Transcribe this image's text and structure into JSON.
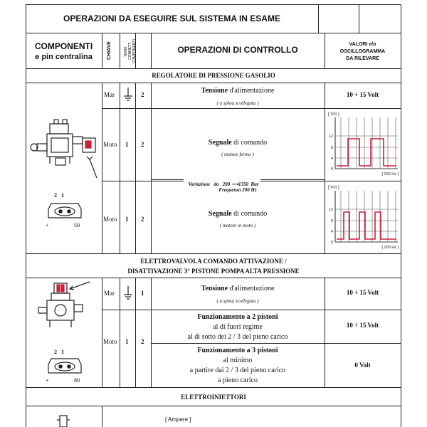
{
  "header": {
    "title": "OPERAZIONI DA ESEGUIRE SUL SISTEMA IN ESAME"
  },
  "columns": {
    "components_line1": "COMPONENTI",
    "components_line2": "e pin centralina",
    "key": "CHIAVE",
    "term_line1": "TERM.",
    "term_line2": "CONNETT.",
    "term_line3": "COMPONENTI",
    "operations": "OPERAZIONI DI CONTROLLO",
    "values_line1": "VALORI e/o",
    "values_line2": "OSCILLOGRAMMA",
    "values_line3": "DA RILEVARE"
  },
  "section1": {
    "title": "REGOLATORE DI PRESSIONE GASOLIO",
    "connector_pins": "2   1",
    "pin_plus": "+",
    "pin_num": "50",
    "row1": {
      "key": "Mar",
      "term": "2",
      "op_bold": "Tensione",
      "op_rest": " d'alimentazione",
      "op_note": "( a spina scollegata )",
      "value": "10 ÷ 15  Volt"
    },
    "row2": {
      "key": "Moto",
      "term1": "1",
      "term2": "2",
      "op_bold": "Segnale",
      "op_rest": " di comando",
      "op_note": "( motore fermo )",
      "variation_a": "Variazione   da",
      "variation_b": "200",
      "variation_c": "1350  Bar",
      "frequency": "Frequenza 200 Hz",
      "scope_unit": "[ Vm ]",
      "scope_hz": "[ 200 Hz ]",
      "scope_ticks": [
        "12",
        "8",
        "4",
        "0"
      ]
    },
    "row3": {
      "key": "Moto",
      "term1": "1",
      "term2": "2",
      "op_bold": "Segnale",
      "op_rest": " di comando",
      "op_note": "( motore in moto )",
      "scope_unit": "[ Vm ]",
      "scope_hz": "[ 200 Hz ]",
      "scope_ticks": [
        "12",
        "8",
        "4",
        "0"
      ]
    }
  },
  "section2": {
    "title_line1": "ELETTROVALVOLA COMANDO ATTIVAZIONE /",
    "title_line2": "DISATTIVAZIONE 3° PISTONE POMPA ALTA PRESSIONE",
    "connector_pins": "2   1",
    "pin_plus": "+",
    "pin_num": "80",
    "row1": {
      "key": "Mar",
      "term": "1",
      "op_bold": "Tensione",
      "op_rest": " d'alimentazione",
      "op_note": "( a spina scollegata )",
      "value": "10 ÷ 15  Volt"
    },
    "row2": {
      "key": "Moto",
      "term1": "1",
      "term2": "2",
      "a_title": "Funzionamento a 2 pistoni",
      "a_line1": "al di fuori regime",
      "a_line2": "al di sotto dei 2 / 3 del pieno carico",
      "a_value": "10 ÷ 15  Volt",
      "b_title": "Funzionamento a 3 pistoni",
      "b_line1": "al minimo",
      "b_line2": "a partire dai 2 / 3 del pieno carico",
      "b_line3": "a pieno carico",
      "b_value": "0   Volt"
    }
  },
  "section3": {
    "title": "ELETTROINIETTORI",
    "ampere": "[ Ampere ]"
  },
  "colors": {
    "signal": "#cc1f3a",
    "grid": "#555555",
    "line": "#222222"
  }
}
